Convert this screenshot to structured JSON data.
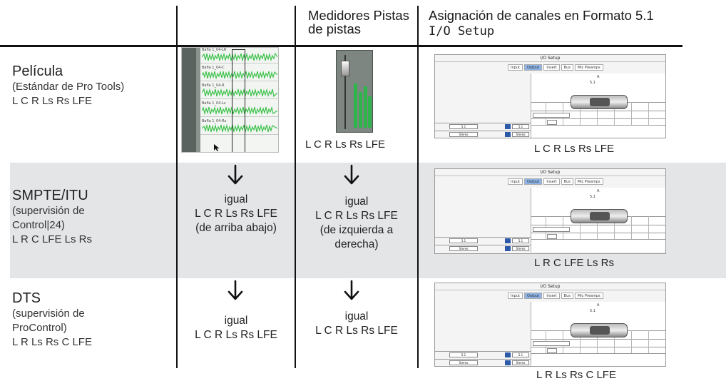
{
  "headers": {
    "col3_line1": "Medidores Pistas",
    "col3_line2": "de pistas",
    "col4_line1": "Asignación de canales en Formato 5.1",
    "col4_line2": "I/O Setup"
  },
  "rows": [
    {
      "title": "Película",
      "sub1": "(Estándar de Pro Tools)",
      "sub2": "L C R Ls Rs LFE",
      "tracks_text": "",
      "meter_text": "L C R Ls Rs LFE",
      "io_caption": "L C R Ls Rs LFE"
    },
    {
      "title": "SMPTE/ITU",
      "sub1": "(supervisión de",
      "sub2": "Control|24)",
      "sub3": "L R C LFE Ls Rs",
      "tracks_lines": [
        "igual",
        "L C R Ls Rs LFE",
        "(de arriba abajo)"
      ],
      "meter_lines": [
        "igual",
        "L C R Ls Rs LFE",
        "(de izquierda a",
        "derecha)"
      ],
      "io_caption": "L R C LFE Ls Rs"
    },
    {
      "title": "DTS",
      "sub1": "(supervisión de",
      "sub2": "ProControl)",
      "sub3": "L R Ls Rs C LFE",
      "tracks_lines": [
        "igual",
        "L C R Ls Rs LFE"
      ],
      "meter_lines": [
        "igual",
        "L C R Ls Rs LFE"
      ],
      "io_caption": "L R Ls Rs C LFE"
    }
  ],
  "edit_window": {
    "lanes": [
      "Bafla 1_04-LR",
      "Bafla 1_04-C",
      "Bafla 1_04-R",
      "Bafla 1_04-Ls",
      "Bafla 1_04-Rs"
    ]
  },
  "io_window": {
    "title": "I/O Setup",
    "tabs": [
      "Input",
      "Output",
      "Insert",
      "Bus",
      "Mic Preamps"
    ],
    "active_tab": "Output",
    "bus_label": "A",
    "path_label": "5.1",
    "sub_label": "Stereo",
    "colors": {
      "tab_active": "#8fb4e8",
      "channel_box": "#2c5aa8"
    }
  },
  "colors": {
    "middle_row_band": "#e4e5e7",
    "waveform": "#3cc24a",
    "meter_green": "#2db44a"
  }
}
